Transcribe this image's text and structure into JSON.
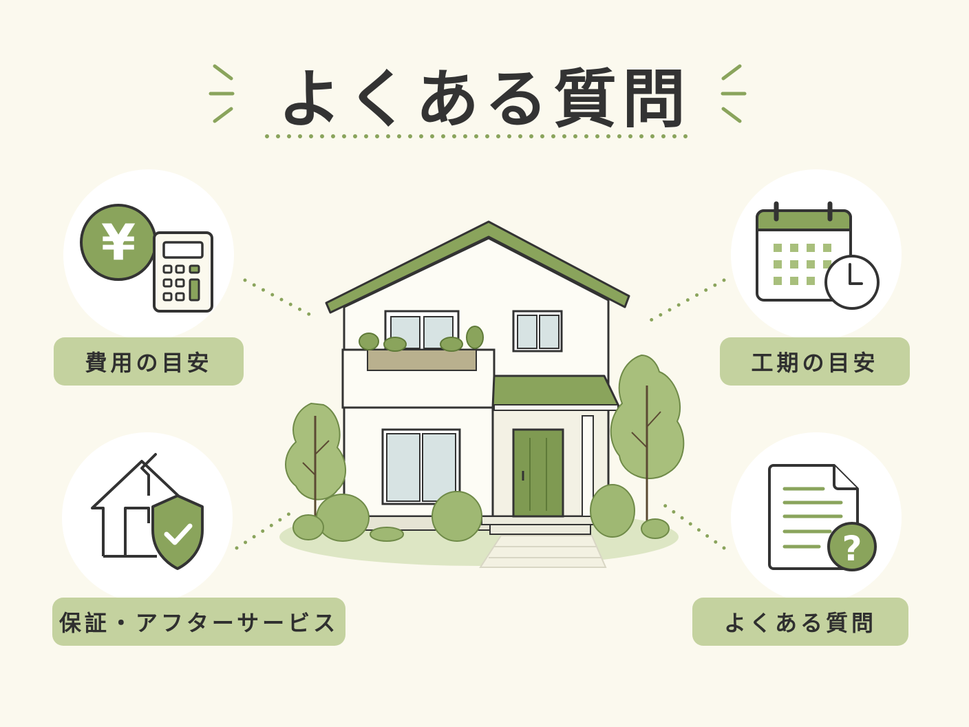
{
  "title": "よくある質問",
  "topics": {
    "cost": {
      "label": "費用の目安",
      "icon": "yen-calculator-icon"
    },
    "schedule": {
      "label": "工期の目安",
      "icon": "calendar-clock-icon"
    },
    "warranty": {
      "label": "保証・アフターサービス",
      "icon": "house-shield-icon"
    },
    "faq": {
      "label": "よくある質問",
      "icon": "document-question-icon"
    }
  },
  "icon_text": {
    "yen": "¥",
    "question": "?"
  },
  "colors": {
    "background": "#fbf9ee",
    "accent": "#8aa45c",
    "accent_light": "#c4d29f",
    "line": "#333333"
  }
}
